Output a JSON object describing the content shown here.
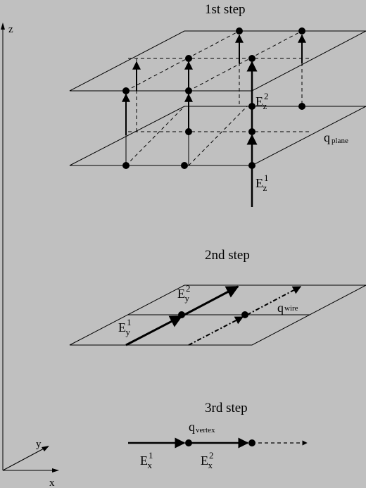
{
  "steps": {
    "first": "1st step",
    "second": "2nd step",
    "third": "3rd step"
  },
  "axes": {
    "z": "z",
    "y": "y",
    "x": "x"
  },
  "step1": {
    "ez1_base": "E",
    "ez1_sub": "z",
    "ez1_sup": "1",
    "ez2_base": "E",
    "ez2_sub": "z",
    "ez2_sup": "2",
    "q_base": "q",
    "q_sub": "plane"
  },
  "step2": {
    "ey1_base": "E",
    "ey1_sub": "y",
    "ey1_sup": "1",
    "ey2_base": "E",
    "ey2_sub": "y",
    "ey2_sup": "2",
    "q_base": "q",
    "q_sub": "wire"
  },
  "step3": {
    "ex1_base": "E",
    "ex1_sub": "x",
    "ex1_sup": "1",
    "ex2_base": "E",
    "ex2_sub": "x",
    "ex2_sup": "2",
    "q_base": "q",
    "q_sub": "vertex"
  },
  "colors": {
    "background": "#c0c0c0",
    "ink": "#000000"
  }
}
